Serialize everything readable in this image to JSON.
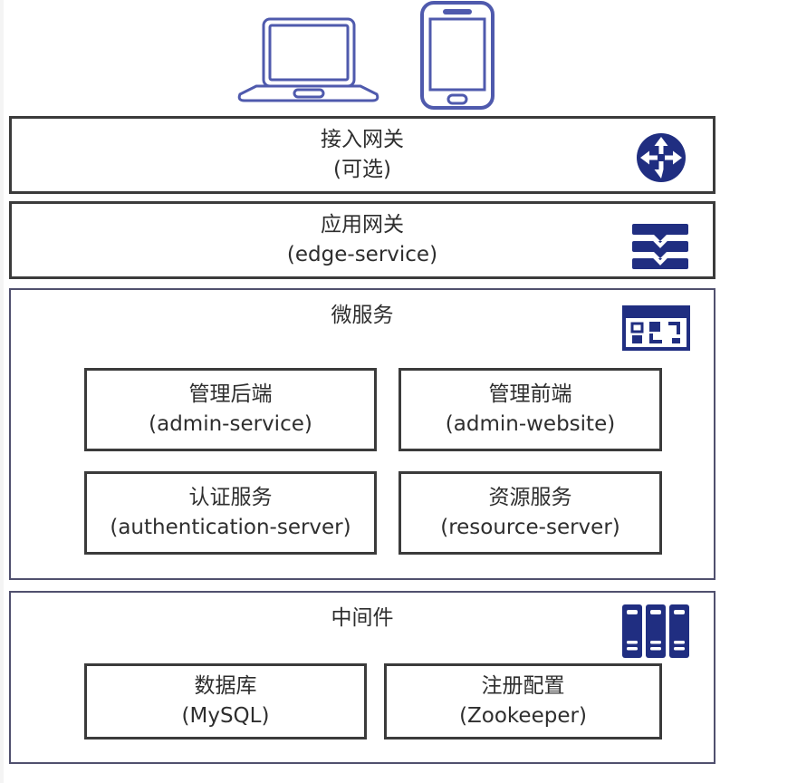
{
  "colors": {
    "icon_navy": "#202e81",
    "device_outline": "#4f5aad",
    "dark_border": "#3b3b3b",
    "navy_border": "#50506e",
    "text": "#2e2e2e",
    "background": "#ffffff"
  },
  "clients": {
    "laptop_icon": "laptop-icon",
    "phone_icon": "smartphone-icon"
  },
  "layers": [
    {
      "id": "access-gateway",
      "title": "接入网关",
      "subtitle": "(可选)",
      "icon": "router-icon"
    },
    {
      "id": "app-gateway",
      "title": "应用网关",
      "subtitle": "(edge-service)",
      "icon": "load-balancer-icon"
    },
    {
      "id": "microservices",
      "title": "微服务",
      "icon": "application-window-icon",
      "children": [
        {
          "title": "管理后端",
          "subtitle": "(admin-service)"
        },
        {
          "title": "管理前端",
          "subtitle": "(admin-website)"
        },
        {
          "title": "认证服务",
          "subtitle": "(authentication-server)"
        },
        {
          "title": "资源服务",
          "subtitle": "(resource-server)"
        }
      ]
    },
    {
      "id": "middleware",
      "title": "中间件",
      "icon": "server-racks-icon",
      "children": [
        {
          "title": "数据库",
          "subtitle": "(MySQL)"
        },
        {
          "title": "注册配置",
          "subtitle": "(Zookeeper)"
        }
      ]
    }
  ]
}
